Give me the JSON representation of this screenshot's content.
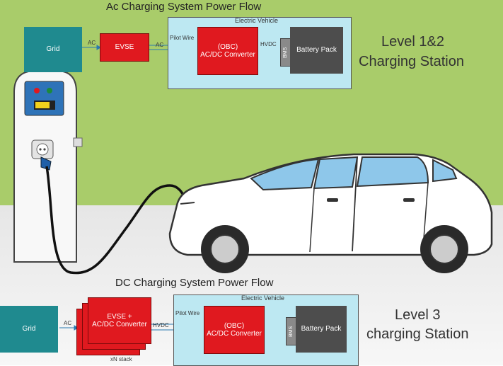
{
  "ac_system": {
    "title": "Ac Charging System Power Flow",
    "grid": "Grid",
    "grid_link": "AC",
    "evse": "EVSE",
    "pilot_wire": "Pilot Wire",
    "evse_link": "AC",
    "ev_panel_title": "Electric Vehicle",
    "obc": "(OBC)\nAC/DC Converter",
    "hvdc": "HVDC",
    "bms": "BMS",
    "battery": "Battery Pack"
  },
  "dc_system": {
    "title": "DC Charging System Power Flow",
    "grid": "Grid",
    "grid_link": "AC",
    "evse": "EVSE +\nAC/DC Converter",
    "stack_note": "xN stack",
    "pilot_wire": "Pilot Wire",
    "hvdc": "HVDC",
    "ev_panel_title": "Electric Vehicle",
    "obc": "(OBC)\nAC/DC Converter",
    "bms": "BMS",
    "battery": "Battery Pack"
  },
  "station_labels": {
    "level12_line1": "Level 1&2",
    "level12_line2": "Charging Station",
    "level3_line1": "Level 3",
    "level3_line2": "charging Station"
  },
  "colors": {
    "sky": "#a9cc6a",
    "ground": "#f2f2f2",
    "grid_teal": "#1f8a8f",
    "evse_red": "#e0191f",
    "battery_grey": "#4d4d4d",
    "ev_panel": "#bde8f2",
    "car_window": "#8ec7ea"
  }
}
